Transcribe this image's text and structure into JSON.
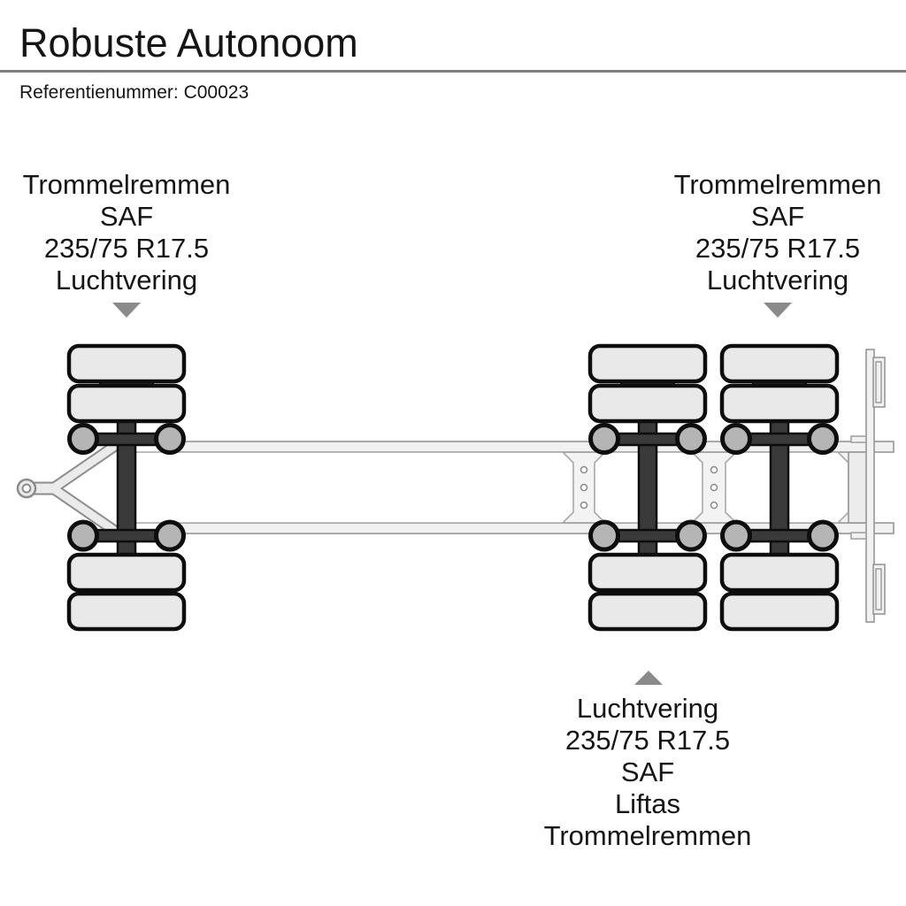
{
  "header": {
    "title": "Robuste Autonoom",
    "reference": "Referentienummer: C00023"
  },
  "axle_labels": {
    "front": {
      "lines": [
        "Trommelremmen",
        "SAF",
        "235/75 R17.5",
        "Luchtvering"
      ]
    },
    "rear": {
      "lines": [
        "Trommelremmen",
        "SAF",
        "235/75 R17.5",
        "Luchtvering"
      ]
    },
    "middle": {
      "lines": [
        "Luchtvering",
        "235/75 R17.5",
        "SAF",
        "Liftas",
        "Trommelremmen"
      ]
    }
  },
  "diagram": {
    "type": "trailer-axle-schematic",
    "view": "top",
    "axle_count": 3,
    "wheels_per_axle": 4,
    "pointers": [
      "down-arrow-front-axle",
      "down-arrow-rear-axle",
      "up-arrow-middle-axle"
    ],
    "colors": {
      "tire_fill": "#e9e9e9",
      "tire_stroke": "#0d0d0d",
      "axle_fill": "#3a3a3a",
      "suspension_fill": "#b5b5b5",
      "frame_fill": "#f1f1f1",
      "frame_stroke": "#979797",
      "panel_fill": "#ffffff",
      "panel_stroke": "#a8a8a8",
      "arrow": "#8a8a8a",
      "divider": "#7f7f7f",
      "text": "#151515"
    }
  }
}
